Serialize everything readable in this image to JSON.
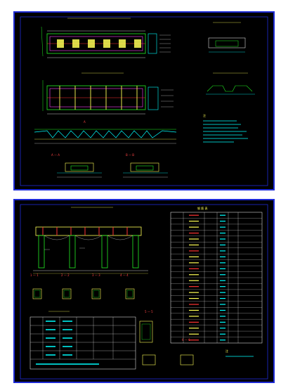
{
  "sheets": [
    {
      "id": "top",
      "views": [
        {
          "id": "plan-1",
          "title": "",
          "section_marks": []
        },
        {
          "id": "plan-2",
          "title": "",
          "section_marks": []
        },
        {
          "id": "elevation",
          "title": "",
          "section_marks": [
            "A",
            "A"
          ]
        },
        {
          "id": "section-aa",
          "title": "A — A"
        },
        {
          "id": "section-bb",
          "title": "B — B"
        }
      ],
      "right_details": [
        {
          "id": "detail-1",
          "title": ""
        },
        {
          "id": "detail-2",
          "title": ""
        }
      ],
      "notes": {
        "heading": "注",
        "lines": [
          "",
          "",
          "",
          "",
          "",
          "",
          ""
        ]
      }
    },
    {
      "id": "bottom",
      "views": [
        {
          "id": "frame-elevation",
          "title": ""
        },
        {
          "id": "sec-1",
          "title": "1 — 1"
        },
        {
          "id": "sec-2",
          "title": "2 — 2"
        },
        {
          "id": "sec-3",
          "title": "3 — 3"
        },
        {
          "id": "sec-4",
          "title": "4 — 4"
        },
        {
          "id": "sec-5",
          "title": "5 — 5"
        },
        {
          "id": "sec-6",
          "title": "6 — 6"
        }
      ],
      "rebar_table": {
        "title": "钢 筋 表",
        "rows": 22
      },
      "small_table": {
        "title": "",
        "rows": 5
      },
      "note_bottom": "注"
    }
  ],
  "colors": {
    "frame": "#1e2bd6",
    "green": "#22ee22",
    "yellow": "#ffff55",
    "cyan": "#00ffff",
    "red": "#ff3333",
    "magenta": "#ff44ff",
    "white": "#ffffff"
  }
}
